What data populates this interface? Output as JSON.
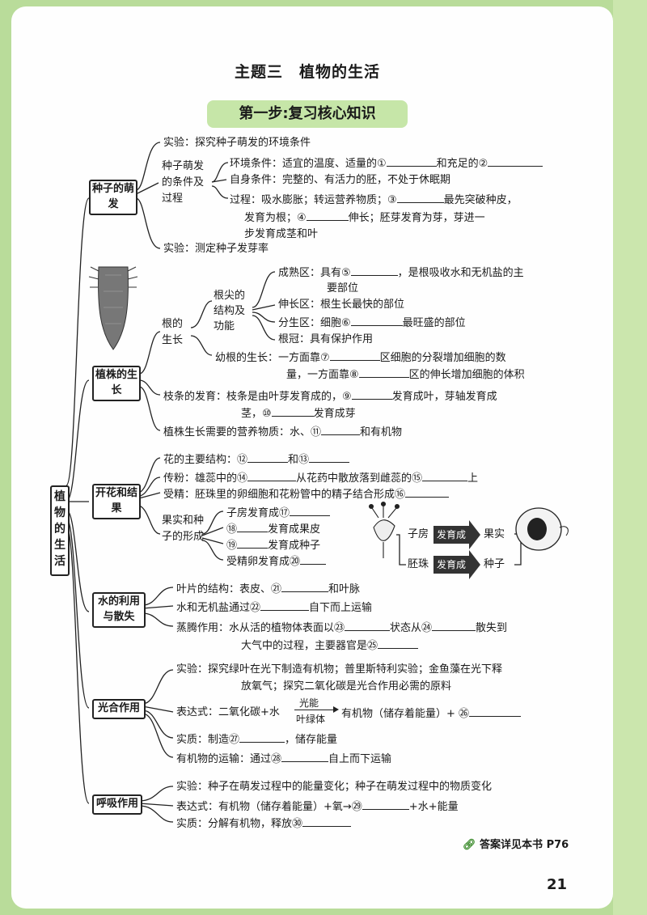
{
  "title": "主题三　植物的生活",
  "step": "第一步:复习核心知识",
  "root": "植物的生活",
  "sections": {
    "seed": {
      "label": "种子的萌发",
      "exp1": "实验：探究种子萌发的环境条件",
      "sub_label": "种子萌发的条件及过程",
      "env": "环境条件：适宜的温度、适量的①",
      "env_and": "和充足的②",
      "self": "自身条件：完整的、有活力的胚，不处于休眠期",
      "process1": "过程：吸水膨胀；转运营养物质；③",
      "process1b": "最先突破种皮，",
      "process2": "发育为根；④",
      "process2b": "伸长；胚芽发育为芽，芽进一",
      "process3": "步发育成茎和叶",
      "exp2": "实验：测定种子发芽率"
    },
    "growth": {
      "label": "植株的生长",
      "root_growth": "根的生长",
      "tip_label": "根尖的结构及功能",
      "mature": "成熟区：具有⑤",
      "mature_b": "，是根吸收水和无机盐的主",
      "mature_c": "要部位",
      "elong": "伸长区：根生长最快的部位",
      "divide": "分生区：细胞⑥",
      "divide_b": "最旺盛的部位",
      "cap": "根冠：具有保护作用",
      "young1": "幼根的生长：一方面靠⑦",
      "young1b": "区细胞的分裂增加细胞的数",
      "young2": "量，一方面靠⑧",
      "young2b": "区的伸长增加细胞的体积",
      "branch1": "枝条的发育：枝条是由叶芽发育成的，⑨",
      "branch1b": "发育成叶，芽轴发育成",
      "branch2": "茎，⑩",
      "branch2b": "发育成芽",
      "nutrient": "植株生长需要的营养物质：水、⑪",
      "nutrient_b": "和有机物"
    },
    "flower": {
      "label": "开花和结果",
      "main": "花的主要结构：⑫",
      "main_and": "和⑬",
      "pollination": "传粉：雄蕊中的⑭",
      "pollination_b": "从花药中散放落到雌蕊的⑮",
      "pollination_c": "上",
      "fert": "受精：胚珠里的卵细胞和花粉管中的精子结合形成⑯",
      "fruit_label": "果实和种子的形成",
      "f17": "子房发育成⑰",
      "f18": "⑱",
      "f18b": "发育成果皮",
      "f19": "⑲",
      "f19b": "发育成种子",
      "f20": "受精卵发育成⑳",
      "d_ovary": "子房",
      "d_dev1": "发育成",
      "d_fruit": "果实",
      "d_ovule": "胚珠",
      "d_dev2": "发育成",
      "d_seed": "种子"
    },
    "water": {
      "label": "水的利用与散失",
      "leaf": "叶片的结构：表皮、㉑",
      "leaf_b": "和叶脉",
      "transport": "水和无机盐通过㉒",
      "transport_b": "自下而上运输",
      "transp1": "蒸腾作用：水从活的植物体表面以㉓",
      "transp1b": "状态从㉔",
      "transp1c": "散失到",
      "transp2": "大气中的过程，主要器官是㉕"
    },
    "photo": {
      "label": "光合作用",
      "exp1": "实验：探究绿叶在光下制造有机物；普里斯特利实验；金鱼藻在光下释",
      "exp2": "放氧气；探究二氧化碳是光合作用必需的原料",
      "expr_a": "表达式：二氧化碳+水",
      "cond_top": "光能",
      "cond_bottom": "叶绿体",
      "expr_b": "有机物（储存着能量）+ ㉖",
      "essence": "实质：制造㉗",
      "essence_b": "，储存能量",
      "transport": "有机物的运输：通过㉘",
      "transport_b": "自上而下运输"
    },
    "resp": {
      "label": "呼吸作用",
      "exp": "实验：种子在萌发过程中的能量变化；种子在萌发过程中的物质变化",
      "expr": "表达式：有机物（储存着能量）+氧→㉙",
      "expr_b": "+水+能量",
      "essence": "实质：分解有机物，释放㉚"
    }
  },
  "answer": "答案详见本书 P76",
  "page_number": "21",
  "colors": {
    "accent_green": "#c6e6a8",
    "border_green": "#b9dc9a"
  }
}
